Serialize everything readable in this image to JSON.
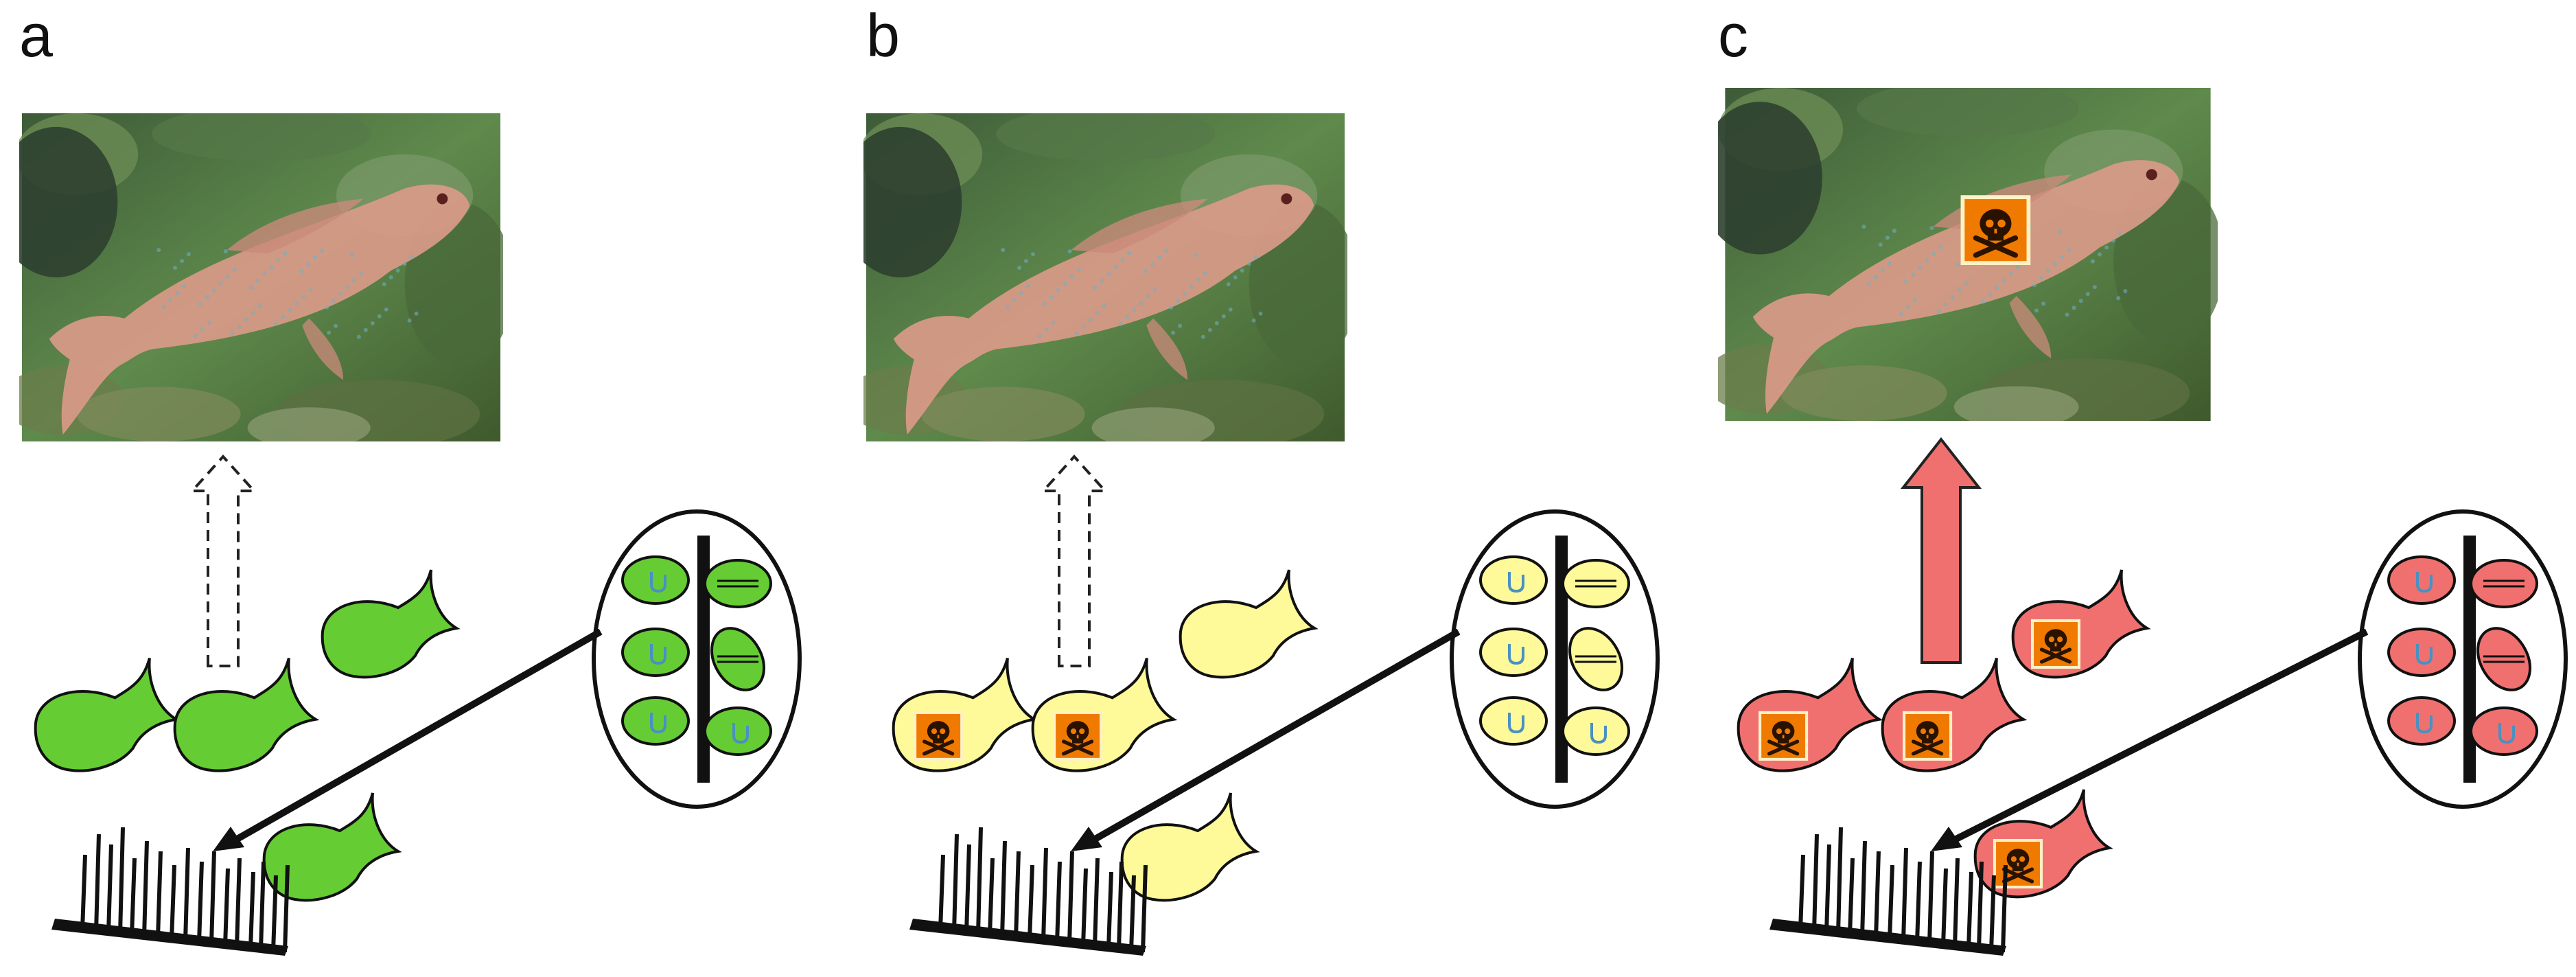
{
  "panels": [
    {
      "label": "a",
      "color": "#66cc33",
      "toxic_fish": [],
      "toxin_in_predator": false,
      "transfer": "none"
    },
    {
      "label": "b",
      "color": "#fffa99",
      "toxic_fish": [
        0,
        1
      ],
      "toxin_in_predator": false,
      "transfer": "none"
    },
    {
      "label": "c",
      "color": "#f07070",
      "toxic_fish": [
        0,
        1,
        2,
        3
      ],
      "toxin_in_predator": true,
      "transfer": "accumulation"
    }
  ],
  "icons": {
    "toxin": "skull-crossbones-icon",
    "toxin_fill": "#f07a00",
    "toxin_border": "#fff1c4",
    "arrow_solid": "#f07070"
  }
}
